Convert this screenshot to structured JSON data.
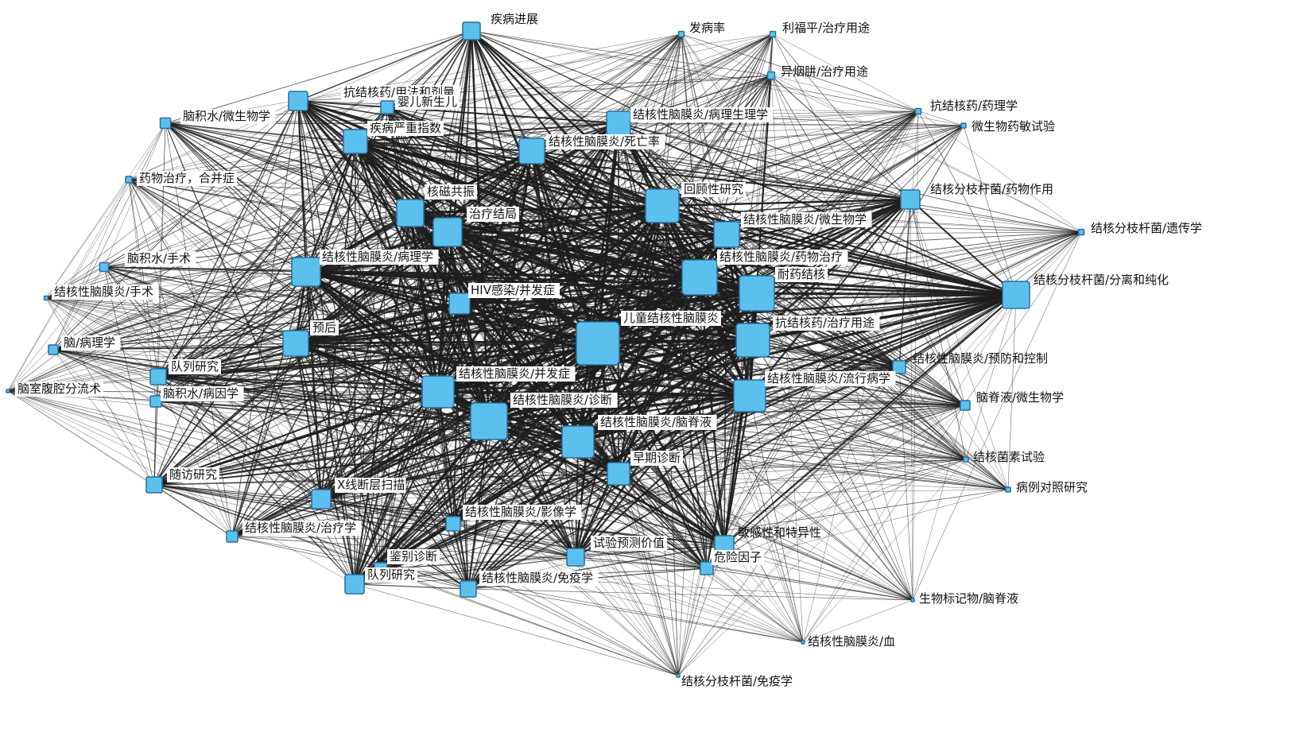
{
  "diagram": {
    "nodes": [
      {
        "id": "jbjz",
        "label": "疾病进展"
      },
      {
        "id": "fbl",
        "label": "发病率"
      },
      {
        "id": "lfp",
        "label": "利福平/治疗用途"
      },
      {
        "id": "yyj",
        "label": "异烟肼/治疗用途"
      },
      {
        "id": "kjhyyf",
        "label": "抗结核药/用法和剂量"
      },
      {
        "id": "yexs",
        "label": "婴儿新生儿"
      },
      {
        "id": "njswsw",
        "label": "脑积水/微生物学"
      },
      {
        "id": "jhbl",
        "label": "结核性脑膜炎/病理生理学"
      },
      {
        "id": "kjhyl",
        "label": "抗结核药/药理学"
      },
      {
        "id": "wswym",
        "label": "微生物药敏试验"
      },
      {
        "id": "jbyz",
        "label": "疾病严重指数"
      },
      {
        "id": "jhsw",
        "label": "结核性脑膜炎/死亡率"
      },
      {
        "id": "ywzl",
        "label": "药物治疗，合并症"
      },
      {
        "id": "hcgz",
        "label": "核磁共振"
      },
      {
        "id": "hgyj",
        "label": "回顾性研究"
      },
      {
        "id": "jhfzy",
        "label": "结核分枝杆菌/药物作用"
      },
      {
        "id": "zljj",
        "label": "治疗结局"
      },
      {
        "id": "jhws",
        "label": "结核性脑膜炎/微生物学"
      },
      {
        "id": "jhyc",
        "label": "结核分枝杆菌/遗传学"
      },
      {
        "id": "njsss",
        "label": "脑积水/手术"
      },
      {
        "id": "jhbll",
        "label": "结核性脑膜炎/病理学"
      },
      {
        "id": "jhyw",
        "label": "结核性脑膜炎/药物治疗"
      },
      {
        "id": "jhfl",
        "label": "结核分枝杆菌/分离和纯化"
      },
      {
        "id": "nyjh",
        "label": "耐药结核"
      },
      {
        "id": "jhss",
        "label": "结核性脑膜炎/手术"
      },
      {
        "id": "hiv",
        "label": "HIV感染/并发症"
      },
      {
        "id": "etjh",
        "label": "儿童结核性脑膜炎"
      },
      {
        "id": "kjhzl",
        "label": "抗结核药/治疗用途"
      },
      {
        "id": "nbl",
        "label": "脑/病理学"
      },
      {
        "id": "yh",
        "label": "预后"
      },
      {
        "id": "jhyf",
        "label": "结核性脑膜炎/预防和控制"
      },
      {
        "id": "dlyj",
        "label": "队列研究"
      },
      {
        "id": "jhbf",
        "label": "结核性脑膜炎/并发症"
      },
      {
        "id": "jhlx",
        "label": "结核性脑膜炎/流行病学"
      },
      {
        "id": "nsfl",
        "label": "脑室腹腔分流术"
      },
      {
        "id": "njsby",
        "label": "脑积水/病因学"
      },
      {
        "id": "jhzd",
        "label": "结核性脑膜炎/诊断"
      },
      {
        "id": "njyws",
        "label": "脑脊液/微生物学"
      },
      {
        "id": "jhnjy",
        "label": "结核性脑膜炎/脑脊液"
      },
      {
        "id": "jhjs",
        "label": "结核菌素试验"
      },
      {
        "id": "zqzd",
        "label": "早期诊断"
      },
      {
        "id": "sfyj",
        "label": "随访研究"
      },
      {
        "id": "blzd",
        "label": "病例对照研究"
      },
      {
        "id": "xsm",
        "label": "X线断层扫描"
      },
      {
        "id": "jhyx",
        "label": "结核性脑膜炎/影像学"
      },
      {
        "id": "jhzl",
        "label": "结核性脑膜炎/治疗学"
      },
      {
        "id": "mgx",
        "label": "敏感性和特异性"
      },
      {
        "id": "sjyc",
        "label": "试验预测价值"
      },
      {
        "id": "jbzd",
        "label": "鉴别诊断"
      },
      {
        "id": "wxyz",
        "label": "危险因子"
      },
      {
        "id": "dlyj2",
        "label": "队列研究"
      },
      {
        "id": "jhmy",
        "label": "结核性脑膜炎/免疫学"
      },
      {
        "id": "swbj",
        "label": "生物标记物/脑脊液"
      },
      {
        "id": "jhxue",
        "label": "结核性脑膜炎/血"
      },
      {
        "id": "jhmyx",
        "label": "结核分枝杆菌/免疫学"
      }
    ]
  }
}
